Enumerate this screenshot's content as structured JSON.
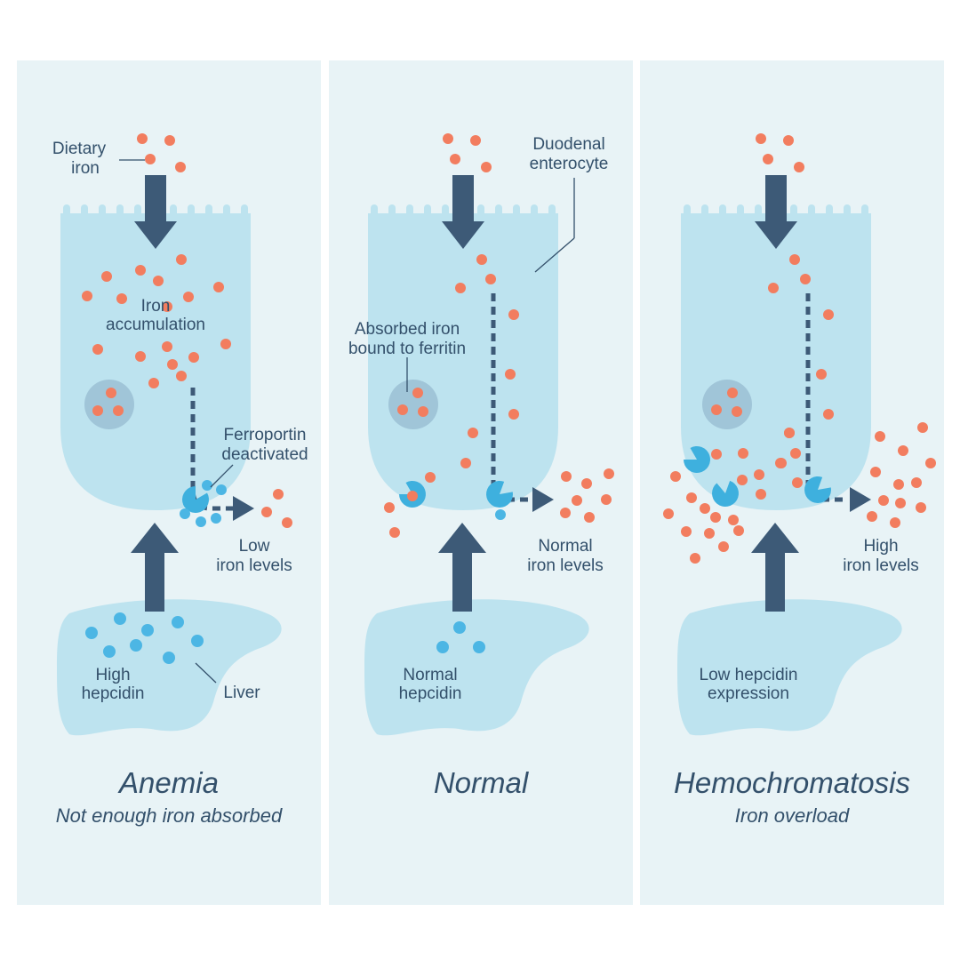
{
  "colors": {
    "panel_bg": "#e8f3f6",
    "cell": "#bde3ef",
    "vesicle": "#a0c5d8",
    "iron": "#f27d5f",
    "hepcidin": "#4cb6e4",
    "ferroportin": "#3eb0de",
    "arrow": "#3d5a77",
    "text": "#33506b"
  },
  "icons": {
    "dietary_iron": "orange-dot",
    "hepcidin": "blue-dot",
    "ferroportin": "pacman-shape",
    "flow": "block-arrow"
  },
  "panels": [
    {
      "title": "Anemia",
      "subtitle": "Not enough iron absorbed",
      "labels": {
        "dietary_iron": [
          "Dietary",
          "iron"
        ],
        "cell_state": [
          "Iron",
          "accumulation"
        ],
        "ferroportin": [
          "Ferroportin",
          "deactivated"
        ],
        "iron_levels": [
          "Low",
          "iron levels"
        ],
        "hepcidin": [
          "High",
          "hepcidin"
        ],
        "liver": "Liver"
      }
    },
    {
      "title": "Normal",
      "subtitle": "",
      "labels": {
        "enterocyte": [
          "Duodenal",
          "enterocyte"
        ],
        "ferritin": [
          "Absorbed iron",
          "bound to ferritin"
        ],
        "iron_levels": [
          "Normal",
          "iron levels"
        ],
        "hepcidin": [
          "Normal",
          "hepcidin"
        ]
      }
    },
    {
      "title": "Hemochromatosis",
      "subtitle": "Iron overload",
      "labels": {
        "iron_levels": [
          "High",
          "iron levels"
        ],
        "hepcidin": [
          "Low hepcidin",
          "expression"
        ]
      }
    }
  ]
}
